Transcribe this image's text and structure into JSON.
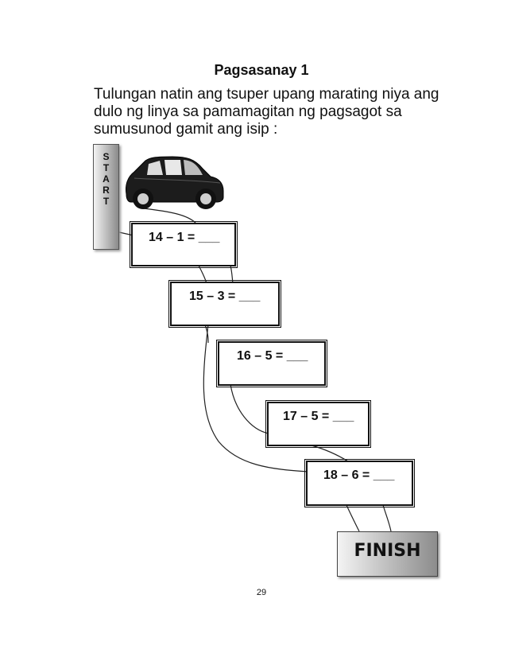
{
  "title": "Pagsasanay 1",
  "instructions": [
    "Tulungan natin ang tsuper upang marating niya ang",
    "dulo ng  linya sa pamamagitan ng pagsagot sa",
    "sumusunod gamit ang isip :"
  ],
  "start_letters": [
    "S",
    "T",
    "A",
    "R",
    "T"
  ],
  "problems": [
    "14 – 1 = ___",
    "15 – 3 = ___",
    "16 – 5 = ___",
    "17 – 5 = ___",
    "18 – 6 = ___"
  ],
  "finish_label": "FINISH",
  "page_number": "29",
  "icons": {
    "car": "car-icon"
  },
  "colors": {
    "ink": "#111111",
    "panel_light": "#f3f3f3",
    "panel_dark": "#8a8a8a"
  }
}
